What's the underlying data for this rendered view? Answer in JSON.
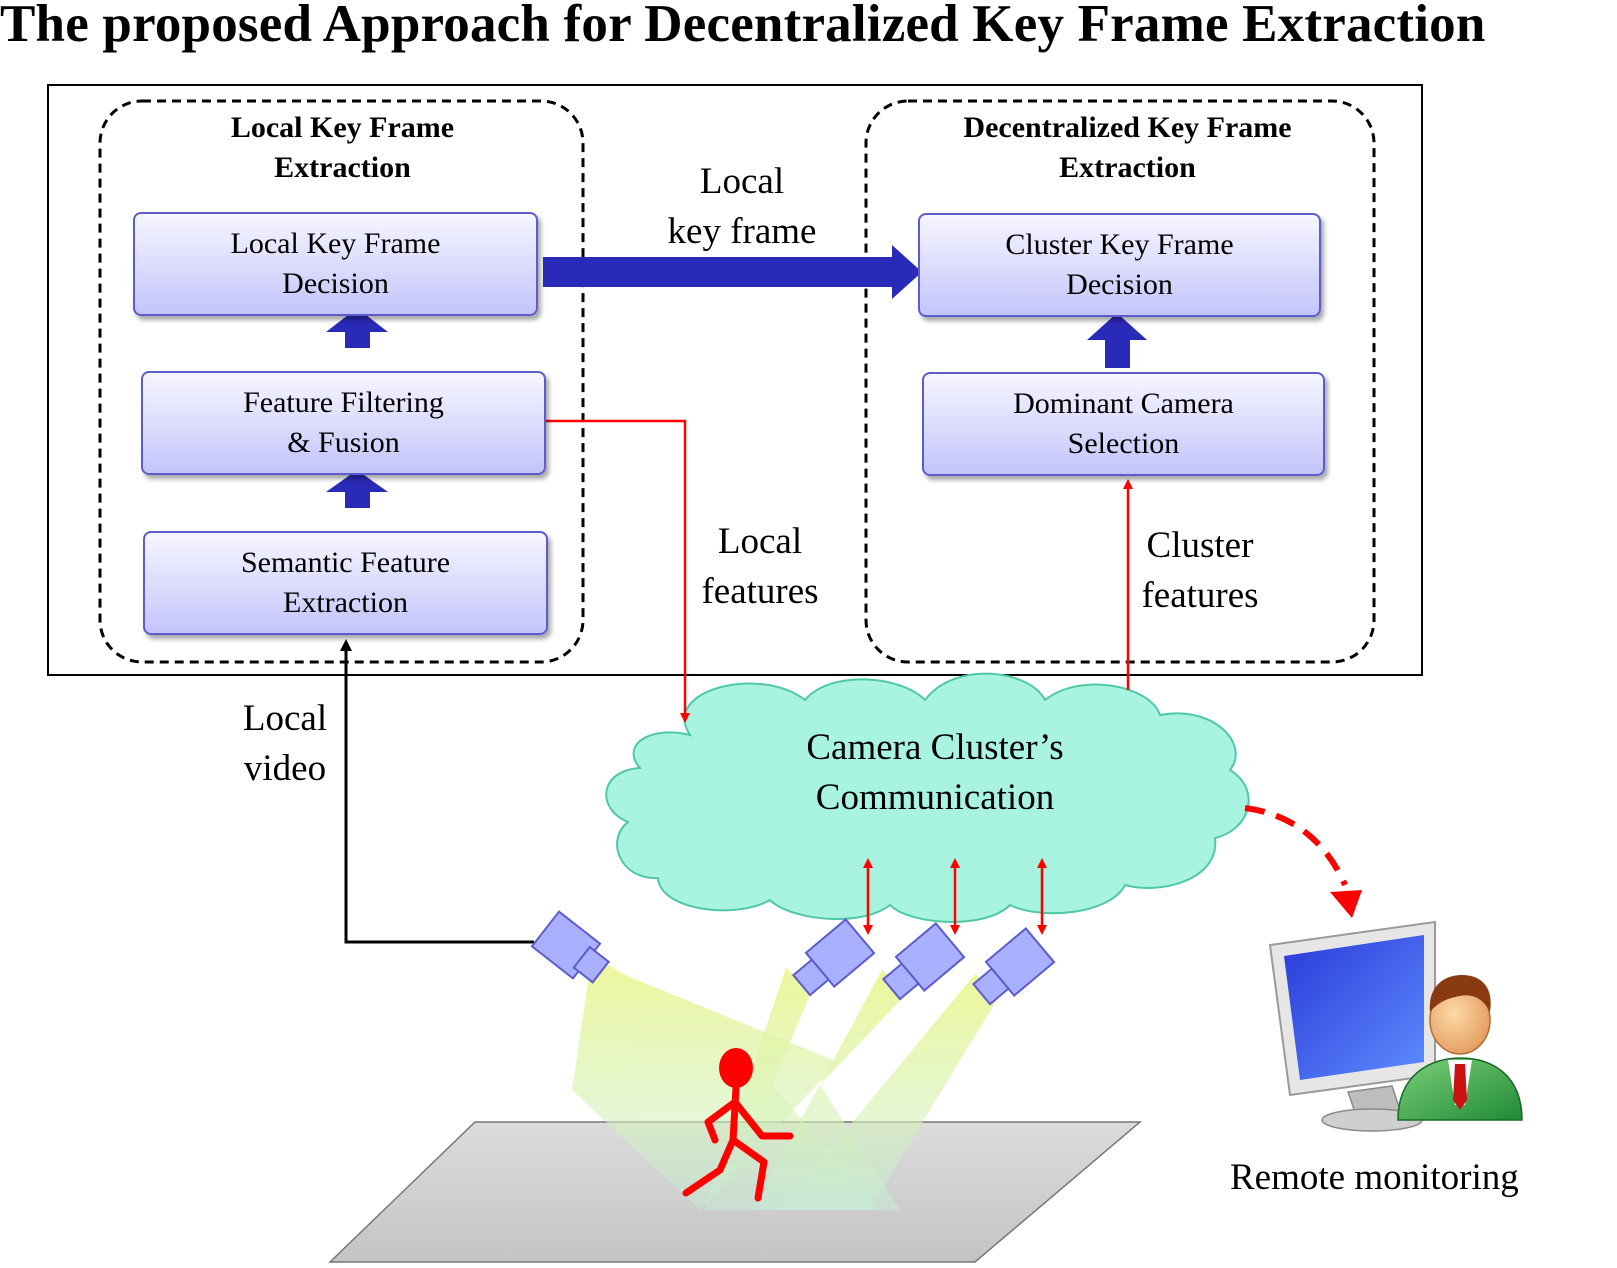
{
  "title": "The proposed Approach for Decentralized Key Frame Extraction",
  "local_group": {
    "title": "Local Key Frame\nExtraction",
    "boxes": {
      "decision": "Local Key Frame\nDecision",
      "filtering": "Feature Filtering\n& Fusion",
      "semantic": "Semantic  Feature\nExtraction"
    }
  },
  "decentralized_group": {
    "title": "Decentralized Key\nFrame Extraction",
    "boxes": {
      "cluster_decision": "Cluster Key Frame\nDecision",
      "dominant": "Dominant Camera\nSelection"
    }
  },
  "labels": {
    "local_key_frame": "Local\nkey frame",
    "local_features": "Local\nfeatures",
    "cluster_features": "Cluster\nfeatures",
    "local_video": "Local\nvideo"
  },
  "cloud": {
    "text": "Camera Cluster’s\nCommunication"
  },
  "remote_monitoring": "Remote  monitoring",
  "colors": {
    "box_border": "#5c5ccc",
    "box_top": "#f6f6ff",
    "box_bottom": "#c4c4fb",
    "flow_arrow": "#2a2ab8",
    "signal_line": "#ff0000",
    "cloud_fill": "#a8f4e0",
    "cloud_stroke": "#50c8a8",
    "camera": "#a8b0ff",
    "person": "#ff0000"
  },
  "icons": [
    "camera-icon",
    "computer-monitor-icon",
    "user-avatar-icon",
    "running-person-icon",
    "cloud-shape"
  ]
}
